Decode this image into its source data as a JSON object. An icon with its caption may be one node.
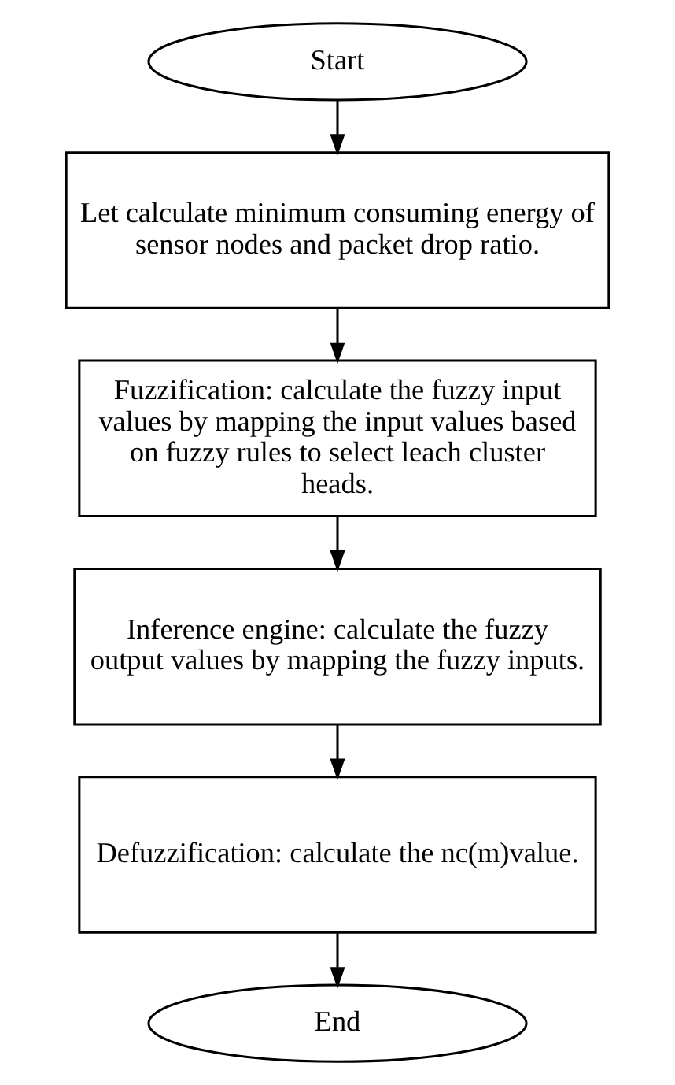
{
  "diagram": {
    "nodes": [
      {
        "text": [
          "Start"
        ]
      },
      {
        "text": [
          "Let calculate minimum consuming energy of sensor nodes and packet drop ratio."
        ]
      },
      {
        "text": [
          "Fuzzification: calculate the fuzzy input values by mapping the input values based on fuzzy rules to select leach cluster heads."
        ]
      },
      {
        "text": [
          "Inference engine: calculate the fuzzy output values by mapping the fuzzy inputs."
        ]
      },
      {
        "text": [
          "Defuzzification: calculate the nc(m)value."
        ]
      },
      {
        "text": [
          "End"
        ]
      }
    ],
    "edges": [
      {
        "from": 0,
        "to": 1,
        "arrow": "to"
      },
      {
        "from": 1,
        "to": 2,
        "arrow": "to"
      },
      {
        "from": 2,
        "to": 3,
        "arrow": "to"
      },
      {
        "from": 3,
        "to": 4,
        "arrow": "to"
      },
      {
        "from": 4,
        "to": 5,
        "arrow": "to"
      }
    ]
  }
}
